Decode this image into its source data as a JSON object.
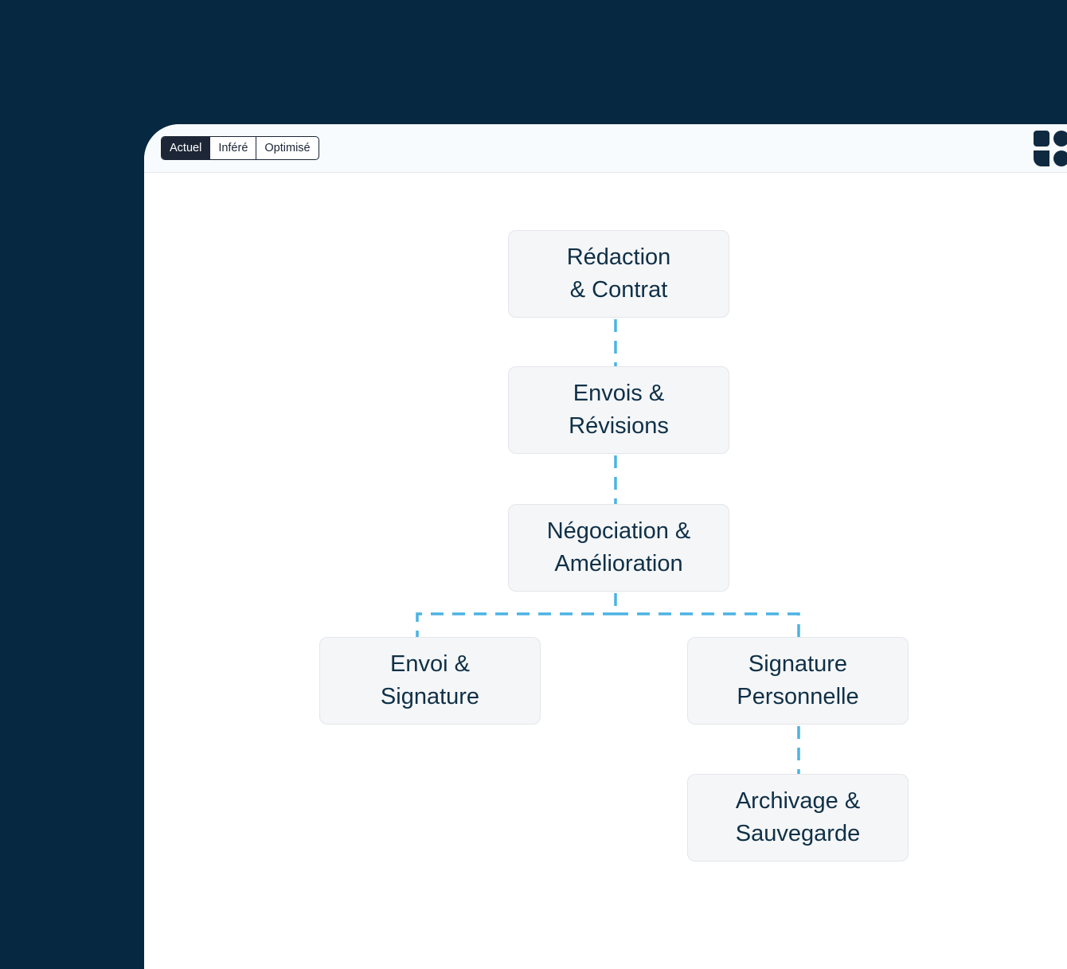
{
  "toolbar": {
    "tabs": [
      {
        "label": "Actuel",
        "active": true
      },
      {
        "label": "Inféré",
        "active": false
      },
      {
        "label": "Optimisé",
        "active": false
      }
    ]
  },
  "logo": {
    "icon": "grid-logo-icon",
    "color": "#0f2a40"
  },
  "flow": {
    "nodes": [
      {
        "label": "Rédaction\n& Contrat"
      },
      {
        "label": "Envois &\nRévisions"
      },
      {
        "label": "Négociation &\nAmélioration"
      },
      {
        "label": "Envoi &\nSignature"
      },
      {
        "label": "Signature\nPersonnelle"
      },
      {
        "label": "Archivage &\nSauvegarde"
      }
    ],
    "connector_color": "#4bb3e3"
  },
  "colors": {
    "background": "#062840",
    "panel": "#ffffff",
    "node_fill": "#f5f6f8",
    "node_text": "#0f3047"
  }
}
